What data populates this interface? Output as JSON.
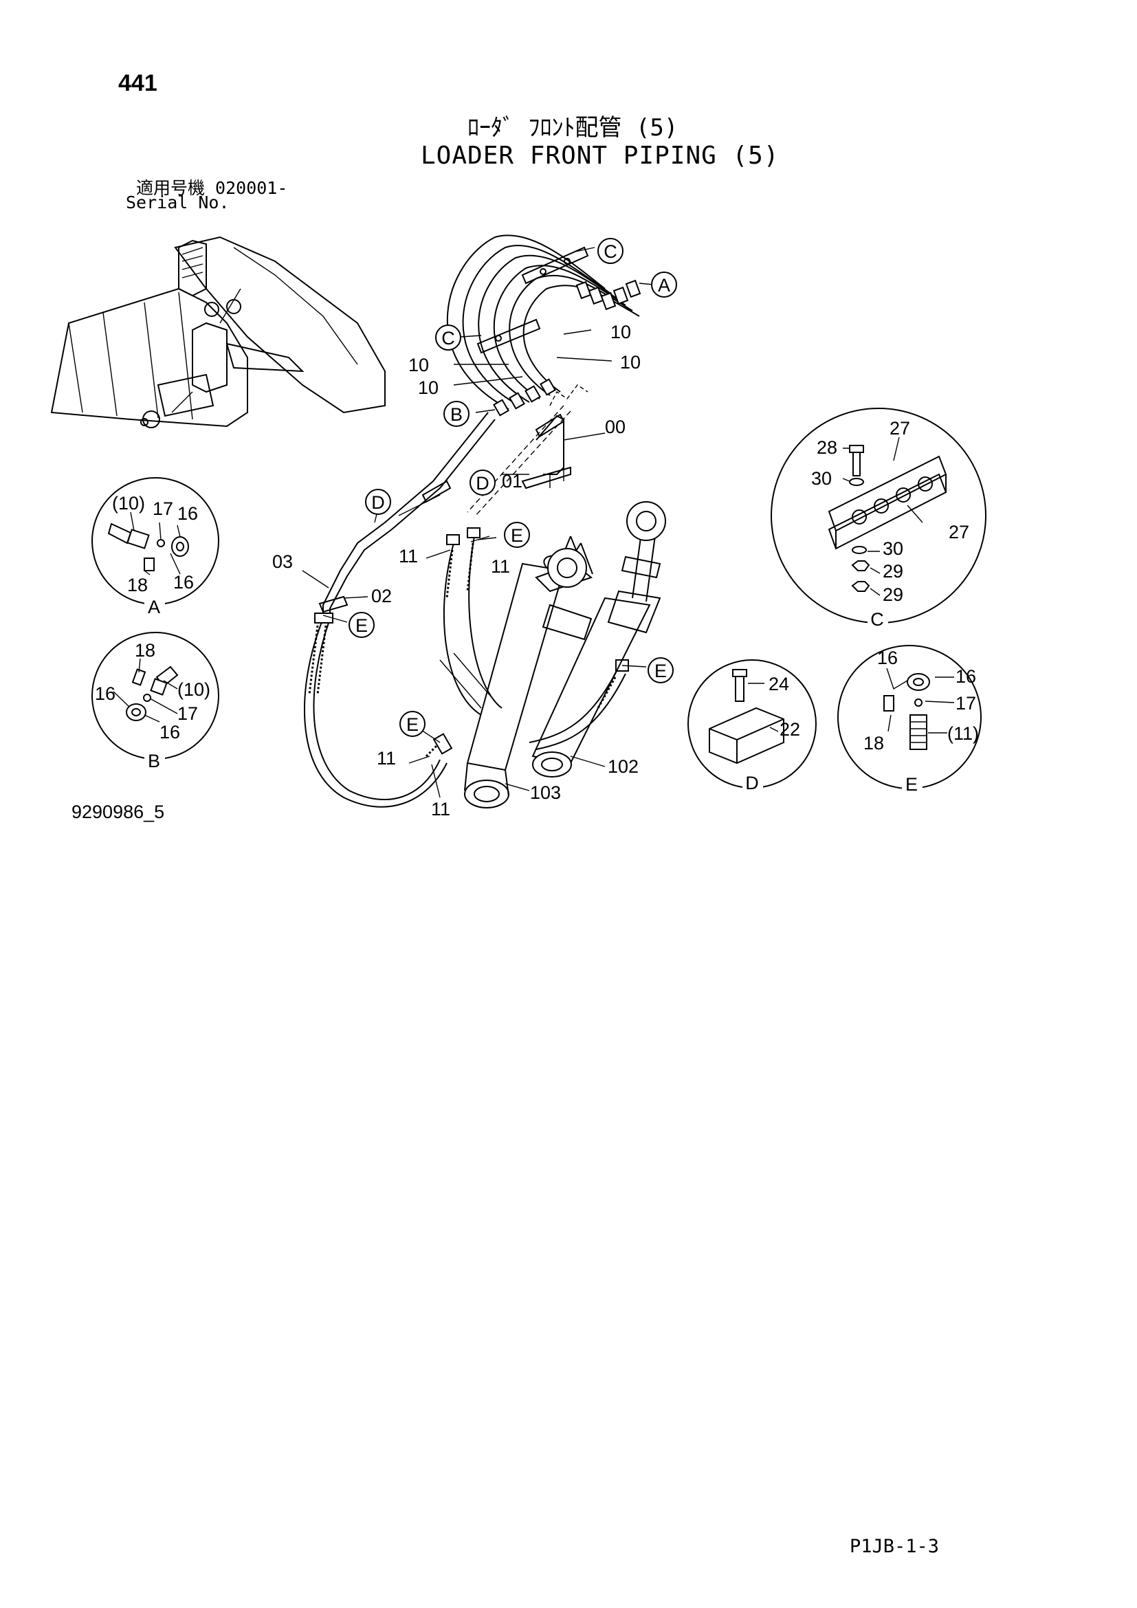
{
  "header": {
    "page_number": "441",
    "title_jp": "ﾛｰﾀﾞ ﾌﾛﾝﾄ配管 (5)",
    "title_en": "LOADER FRONT PIPING (5)",
    "serial_label_jp": "適用号機  020001-",
    "serial_label_en": "Serial No."
  },
  "footer": {
    "drawing_id": "9290986_5",
    "sheet_code": "P1JB-1-3"
  },
  "callouts": {
    "main": {
      "c_top": "C",
      "a_top": "A",
      "c_left": "C",
      "b_left": "B",
      "d_mid": "D",
      "d_left": "D",
      "e_top": "E",
      "e_left": "E",
      "e_right": "E",
      "e_bottom": "E",
      "p10_a": "10",
      "p10_b": "10",
      "p10_c": "10",
      "p10_d": "10",
      "p00": "00",
      "p01": "01",
      "p03": "03",
      "p02": "02",
      "p11_a": "11",
      "p11_b": "11",
      "p11_c": "11",
      "p11_d": "11",
      "p102": "102",
      "p103": "103"
    },
    "detail_a": {
      "title": "A",
      "l10": "(10)",
      "l17": "17",
      "l16a": "16",
      "l18": "18",
      "l16b": "16"
    },
    "detail_b": {
      "title": "B",
      "l18": "18",
      "l10": "(10)",
      "l16a": "16",
      "l17": "17",
      "l16b": "16"
    },
    "detail_c": {
      "title": "C",
      "l27a": "27",
      "l28": "28",
      "l30a": "30",
      "l27b": "27",
      "l30b": "30",
      "l29a": "29",
      "l29b": "29"
    },
    "detail_d": {
      "title": "D",
      "l24": "24",
      "l22": "22"
    },
    "detail_e": {
      "title": "E",
      "l16a": "16",
      "l16b": "16",
      "l17": "17",
      "l18": "18",
      "l11": "(11)"
    }
  }
}
